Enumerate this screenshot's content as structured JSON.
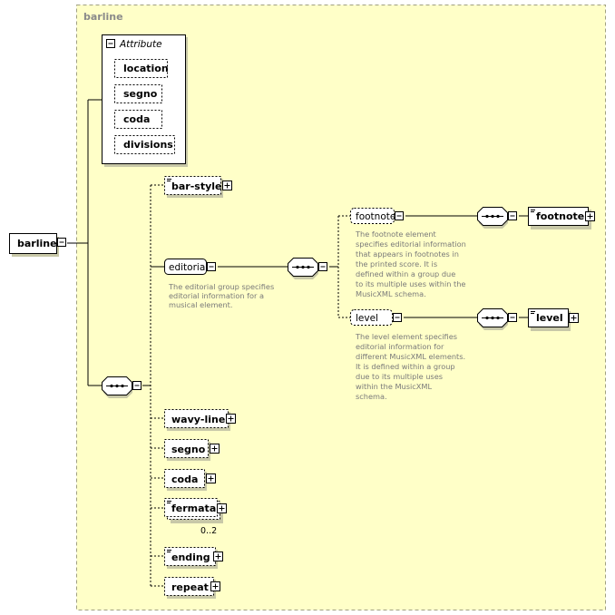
{
  "group_title": "barline",
  "root": {
    "label": "barline"
  },
  "attributes": {
    "header": "Attribute",
    "items": [
      "location",
      "segno",
      "coda",
      "divisions"
    ]
  },
  "sequence_children": [
    {
      "label": "bar-style"
    },
    {
      "label": "editorial"
    },
    {
      "label": "wavy-line"
    },
    {
      "label": "segno"
    },
    {
      "label": "coda"
    },
    {
      "label": "fermata",
      "occurrence": "0..2"
    },
    {
      "label": "ending"
    },
    {
      "label": "repeat"
    }
  ],
  "editorial_doc": [
    "The editorial group specifies",
    "editorial information for a",
    "musical element."
  ],
  "footnote": {
    "label": "footnote",
    "ref": "footnote",
    "doc": [
      "The footnote element",
      "specifies editorial information",
      "that appears in footnotes in",
      "the printed score. It is",
      "defined within a group due",
      "to its multiple uses within the",
      "MusicXML schema."
    ]
  },
  "level": {
    "label": "level",
    "ref": "level",
    "doc": [
      "The level element specifies",
      "editorial information for",
      "different MusicXML elements.",
      "It is defined within a group",
      "due to its multiple uses",
      "within the MusicXML",
      "schema."
    ]
  },
  "colors": {
    "group_bg": "#ffffc8",
    "group_border": "#a0a080"
  }
}
